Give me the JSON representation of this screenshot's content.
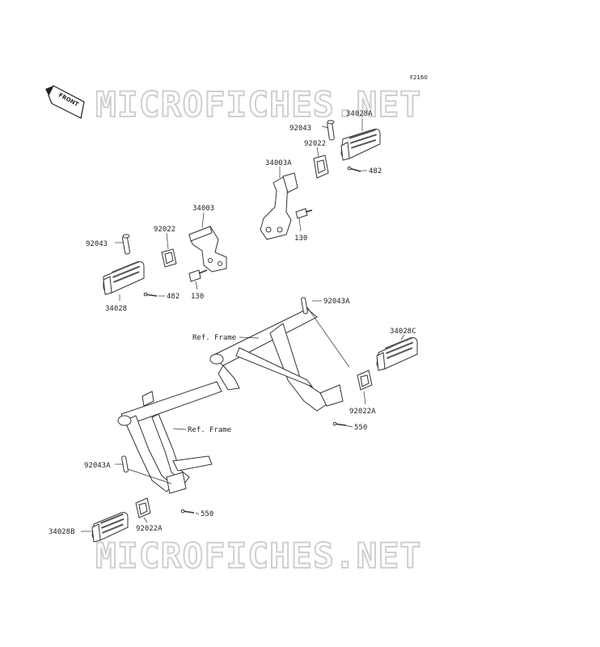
{
  "figure_code": "F2160",
  "front_badge": "FRONT",
  "watermark": "MICROFICHES.NET",
  "ref_label": "Ref. Frame",
  "callouts": {
    "c92043_top": "92043",
    "c34028a": "34028A",
    "c92022_top": "92022",
    "c482_top": "482",
    "c34003a": "34003A",
    "c130_top": "130",
    "c34003": "34003",
    "c92022_left": "92022",
    "c92043_left": "92043",
    "c482_left": "482",
    "c130_left": "130",
    "c34028": "34028",
    "c92043a_mid": "92043A",
    "c34028c": "34028C",
    "c92022a_right": "92022A",
    "c550_right": "550",
    "c92043a_left": "92043A",
    "c550_left": "550",
    "c34028b": "34028B",
    "c92022a_left": "92022A"
  }
}
